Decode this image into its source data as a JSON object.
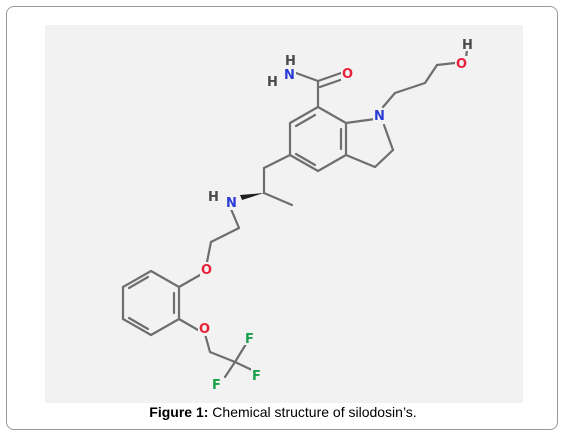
{
  "figure": {
    "label": "Figure 1:",
    "caption": " Chemical structure of silodosin’s."
  },
  "atoms": {
    "amide_h_top": "H",
    "amide_h_left": "H",
    "amide_n": "N",
    "amide_o": "O",
    "ring_n": "N",
    "hydroxyl_h": "H",
    "hydroxyl_o": "O",
    "amine_h": "H",
    "amine_n": "N",
    "ether_o_upper": "O",
    "ether_o_lower": "O",
    "fluorine_1": "F",
    "fluorine_2": "F",
    "fluorine_3": "F"
  },
  "colors": {
    "oxygen": "#e8203a",
    "nitrogen": "#2a3bd6",
    "hydrogen": "#4a4a4a",
    "fluorine": "#1aa04b",
    "bond": "#6e6e6e",
    "panel": "#f2f2f2"
  }
}
